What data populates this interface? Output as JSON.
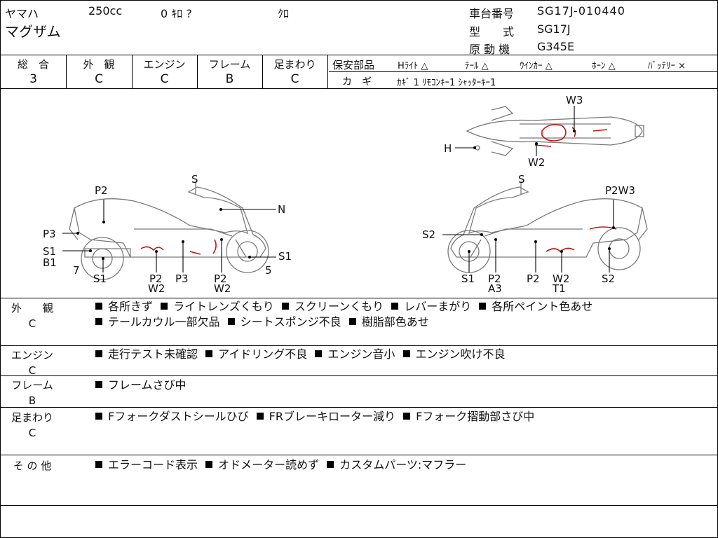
{
  "header": {
    "maker": "ヤマハ",
    "displacement": "250cc",
    "mileage": "0 ｷﾛ ?",
    "color": "ｸﾛ",
    "model_name": "マグザム",
    "frame_no_label": "車台番号",
    "frame_no": "SG17J-010440",
    "type_label": "型　　式",
    "type_value": "SG17J",
    "engine_label": "原 動 機",
    "engine_value": "G345E"
  },
  "grades": [
    {
      "label": "総　合",
      "value": "3"
    },
    {
      "label": "外　観",
      "value": "C"
    },
    {
      "label": "エンジン",
      "value": "C"
    },
    {
      "label": "フレーム",
      "value": "B"
    },
    {
      "label": "足まわり",
      "value": "C"
    }
  ],
  "safety": {
    "title": "保安部品",
    "items": [
      {
        "label": "Hﾗｲﾄ",
        "mark": "△"
      },
      {
        "label": "ﾃｰﾙ",
        "mark": "△"
      },
      {
        "label": "ｳｲﾝｶｰ",
        "mark": "△"
      },
      {
        "label": "ﾎｰﾝ",
        "mark": "△"
      },
      {
        "label": "ﾊﾞｯﾃﾘｰ",
        "mark": "×"
      }
    ],
    "keys_label": "カ　ギ",
    "keys_value": "ｶｷﾞ 1 ﾘﾓｺﾝｷｰ1 ｼｬｯﾀｰｷｰ1"
  },
  "diagram_labels": {
    "left": [
      "S",
      "P2",
      "N",
      "P3",
      "S1",
      "B1",
      "7",
      "S1",
      "P2",
      "W2",
      "P3",
      "P2",
      "W2",
      "S1",
      "5"
    ],
    "right": [
      "S",
      "P2W3",
      "S2",
      "S1",
      "P2",
      "A3",
      "P2",
      "W2",
      "T1",
      "S2"
    ],
    "top": [
      "W3",
      "H",
      "W2"
    ]
  },
  "sections": [
    {
      "label": "外　　観",
      "grade": "C",
      "items": [
        "各所きず",
        "ライトレンズくもり",
        "スクリーンくもり",
        "レバーまがり",
        "各所ペイント色あせ",
        "テールカウル一部欠品",
        "シートスポンジ不良",
        "樹脂部色あせ"
      ]
    },
    {
      "label": "エンジン",
      "grade": "C",
      "items": [
        "走行テスト未確認",
        "アイドリング不良",
        "エンジン音小",
        "エンジン吹け不良"
      ]
    },
    {
      "label": "フレーム",
      "grade": "B",
      "items": [
        "フレームさび中"
      ]
    },
    {
      "label": "足まわり",
      "grade": "C",
      "items": [
        "Fフォークダストシールひび",
        "FRブレーキローター減り",
        "Fフォーク摺動部さび中"
      ]
    },
    {
      "label": "そ の 他",
      "grade": "",
      "items": [
        "エラーコード表示",
        "オドメーター読めず",
        "カスタムパーツ:マフラー"
      ]
    }
  ],
  "colors": {
    "damage_mark": "#cc1111",
    "line": "#000000",
    "diagram_gray": "#7a7a7a"
  }
}
